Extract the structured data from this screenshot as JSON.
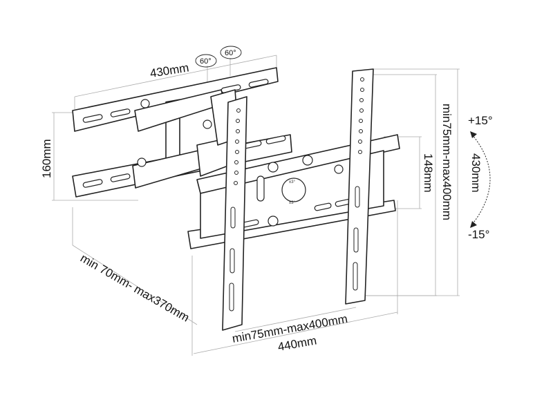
{
  "diagram": {
    "dimensions": {
      "wall_plate_width": "430mm",
      "wall_plate_height": "160mm",
      "arm_swivel_1": "60°",
      "arm_swivel_2": "60°",
      "extension_range": "min 70mm- max370mm",
      "vesa_horizontal": "min75mm-max400mm",
      "bracket_width": "440mm",
      "crossbar_height": "148mm",
      "vesa_vertical": "min75mm-max400mm",
      "bracket_height": "430mm",
      "tilt_up": "+15°",
      "tilt_down": "-15°",
      "rotation_top": "±3°",
      "rotation_bottom": "±3°"
    }
  }
}
